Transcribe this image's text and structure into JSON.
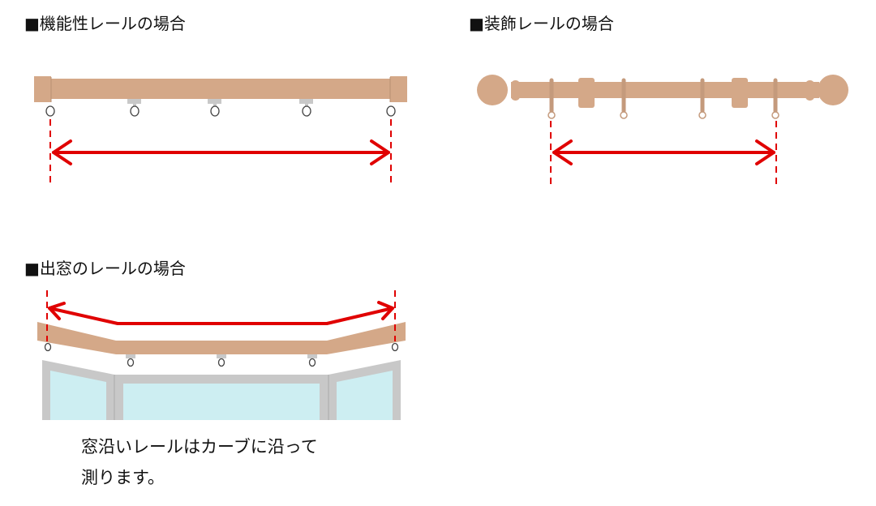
{
  "headings": {
    "functional": "■機能性レールの場合",
    "decorative": "■装飾レールの場合",
    "bay_window": "■出窓のレールの場合"
  },
  "caption": {
    "line1": "窓沿いレールはカーブに沿って",
    "line2": "測ります。"
  },
  "colors": {
    "rail": "#d4a888",
    "measure": "#e00000",
    "clip": "#c8c8c8",
    "glass": "#cdeef2",
    "frame": "#c8c8c8"
  }
}
